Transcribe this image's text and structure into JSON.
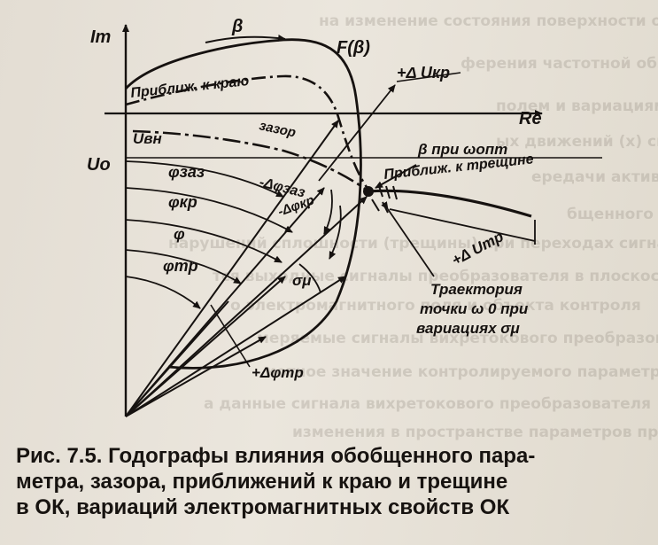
{
  "background_text": [
    "на изменение состояния поверхности объекта",
    "ферения частотной области параметров сигнала",
    "полем и вариациями поверхностных дефектов",
    "ых движений (х) сигнала при переходах частоты сигнала",
    "ередачи активных параметров при изменениях частоты",
    "бщенного параметра и зазора при смещениях",
    "нарушений сплошности (трещины) при переходах сигнала",
    "тся выходные сигналы преобразователя в плоскости",
    "о электромагнитного поля и объекта контроля",
    "меряемые сигналы вихретокового преобразователя,",
    "иотное значение контролируемого параметра.",
    "а данные сигнала вихретокового преобразователя",
    "изменения в пространстве параметров преобразования"
  ],
  "diagram": {
    "axis_im": "Im",
    "axis_re": "Re",
    "beta": "β",
    "f_beta": "F(β)",
    "delta_ukr": "+Δ Uкр",
    "edge_approach": "Приближ. к краю",
    "gap": "зазор",
    "u_vn": "Uвн",
    "u0": "Uo",
    "phi_gap": "φзаз",
    "minus_delta_phi_gap": "-Δφзаз",
    "phi_kr": "φкр",
    "minus_delta_phi_kr": "-Δφкр",
    "phi": "φ",
    "phi_tr": "φтр",
    "sigma_mu_symbol": "σμ",
    "plus_delta_phi_tr": "+Δφтр",
    "beta_at_omega_opt": "β при ωопт",
    "crack_approach": "Приближ. к трещине",
    "plus_delta_utr": "+Δ Uтр",
    "trajectory_line1": "Траектория",
    "trajectory_line2": "точки ω 0 при",
    "trajectory_line3": "вариациях σμ"
  },
  "caption": {
    "line1": "Рис. 7.5. Годографы влияния обобщенного пара-",
    "line2": "метра, зазора, приближений к краю и трещине",
    "line3": "в ОК, вариаций электромагнитных свойств ОК"
  },
  "colors": {
    "ink": "#161210",
    "paper": "#e8e2d8"
  }
}
